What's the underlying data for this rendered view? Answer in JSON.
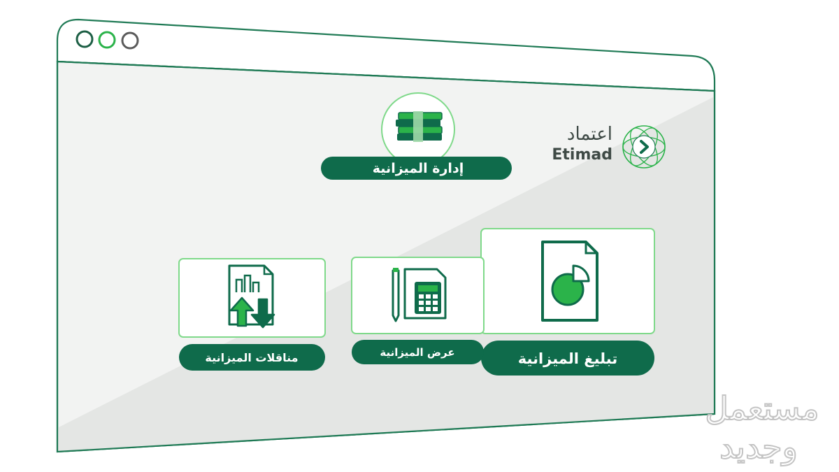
{
  "colors": {
    "primary": "#0f6b4b",
    "accent": "#2bb34a",
    "card_border": "#7fd98a",
    "window_outline": "#1f7a55",
    "content_bg": "#f2f3f2",
    "shade_bg": "#e4e6e4",
    "watermark": "#c4c4c4"
  },
  "window": {
    "controls": [
      "close-dot",
      "maximize-dot",
      "minimize-dot"
    ]
  },
  "brand": {
    "arabic_name": "اعتماد",
    "latin_name": "Etimad",
    "logo_icon": "chevron-rosette-icon"
  },
  "header": {
    "icon": "money-stack-icon",
    "title": "إدارة الميزانية"
  },
  "cards": [
    {
      "label": "تبليغ الميزانية",
      "icon": "document-pie-chart-icon"
    },
    {
      "label": "عرض الميزانية",
      "icon": "pen-calculator-document-icon"
    },
    {
      "label": "مناقلات الميزانية",
      "icon": "report-transfer-arrows-icon"
    }
  ],
  "watermark": {
    "line1": "مستعمل",
    "line2": "وجديد"
  }
}
